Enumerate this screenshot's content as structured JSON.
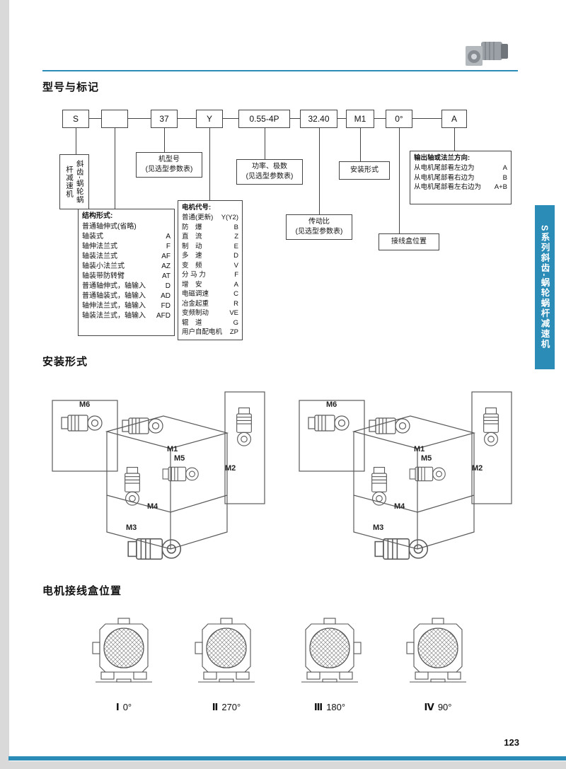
{
  "accent_color": "#2b8cb8",
  "page_number": "123",
  "side_tab": "S系列斜齿-蜗轮蜗杆减速机",
  "model_section": {
    "title": "型号与标记",
    "codes": [
      "S",
      "",
      "37",
      "Y",
      "0.55-4P",
      "32.40",
      "M1",
      "0°",
      "A"
    ],
    "series_label": "斜齿-蜗轮蜗杆减速机",
    "model_label": "机型号",
    "model_sub": "(见选型参数表)",
    "power_label": "功率、极数",
    "power_sub": "(见选型参数表)",
    "mounting_label": "安装形式",
    "ratio_label": "传动比",
    "ratio_sub": "(见选型参数表)",
    "junction_label": "接线盒位置",
    "output_dir": {
      "title": "输出轴或法兰方向:",
      "lines": [
        {
          "text": "从电机尾部看左边为",
          "code": "A"
        },
        {
          "text": "从电机尾部看右边为",
          "code": "B"
        },
        {
          "text": "从电机尾部看左右边为",
          "code": "A+B"
        }
      ]
    },
    "structure": {
      "title": "结构形式:",
      "rows": [
        {
          "label": "普通轴伸式(省略)",
          "code": ""
        },
        {
          "label": "轴装式",
          "code": "A"
        },
        {
          "label": "轴伸法兰式",
          "code": "F"
        },
        {
          "label": "轴装法兰式",
          "code": "AF"
        },
        {
          "label": "轴装小法兰式",
          "code": "AZ"
        },
        {
          "label": "轴装带防转臂",
          "code": "AT"
        },
        {
          "label": "普通轴伸式，轴输入",
          "code": "D"
        },
        {
          "label": "普通轴装式，轴输入",
          "code": "AD"
        },
        {
          "label": "轴伸法兰式，轴输入",
          "code": "FD"
        },
        {
          "label": "轴装法兰式，轴输入",
          "code": "AFD"
        }
      ]
    },
    "motor_codes": {
      "title": "电机代号:",
      "rows": [
        {
          "label": "普通(更新)",
          "code": "Y(Y2)"
        },
        {
          "label": "防　爆",
          "code": "B"
        },
        {
          "label": "直　流",
          "code": "Z"
        },
        {
          "label": "制　动",
          "code": "E"
        },
        {
          "label": "多　速",
          "code": "D"
        },
        {
          "label": "变　频",
          "code": "V"
        },
        {
          "label": "分 马 力",
          "code": "F"
        },
        {
          "label": "增　安",
          "code": "A"
        },
        {
          "label": "电磁调速",
          "code": "C"
        },
        {
          "label": "冶金起重",
          "code": "R"
        },
        {
          "label": "变频制动",
          "code": "VE"
        },
        {
          "label": "辊　道",
          "code": "G"
        },
        {
          "label": "用户自配电机",
          "code": "ZP"
        }
      ]
    }
  },
  "mounting_section": {
    "title": "安装形式",
    "labels": [
      "M1",
      "M2",
      "M3",
      "M4",
      "M5",
      "M6"
    ]
  },
  "junction_section": {
    "title": "电机接线盒位置",
    "items": [
      {
        "numeral": "Ⅰ",
        "angle": "0°"
      },
      {
        "numeral": "Ⅱ",
        "angle": "270°"
      },
      {
        "numeral": "Ⅲ",
        "angle": "180°"
      },
      {
        "numeral": "Ⅳ",
        "angle": "90°"
      }
    ]
  }
}
